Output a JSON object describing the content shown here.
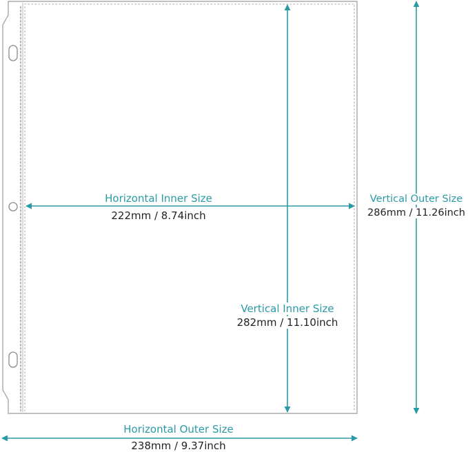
{
  "colors": {
    "accent": "#2a9aa6",
    "outline": "#9a9a9a",
    "text": "#222222"
  },
  "labels": {
    "horizontal_inner": {
      "title": "Horizontal Inner Size",
      "value": "222mm / 8.74inch"
    },
    "vertical_inner": {
      "title": "Vertical Inner Size",
      "value": "282mm / 11.10inch"
    },
    "vertical_outer": {
      "title": "Vertical Outer Size",
      "value": "286mm / 11.26inch"
    },
    "horizontal_outer": {
      "title": "Horizontal Outer Size",
      "value": "238mm / 9.37inch"
    }
  }
}
